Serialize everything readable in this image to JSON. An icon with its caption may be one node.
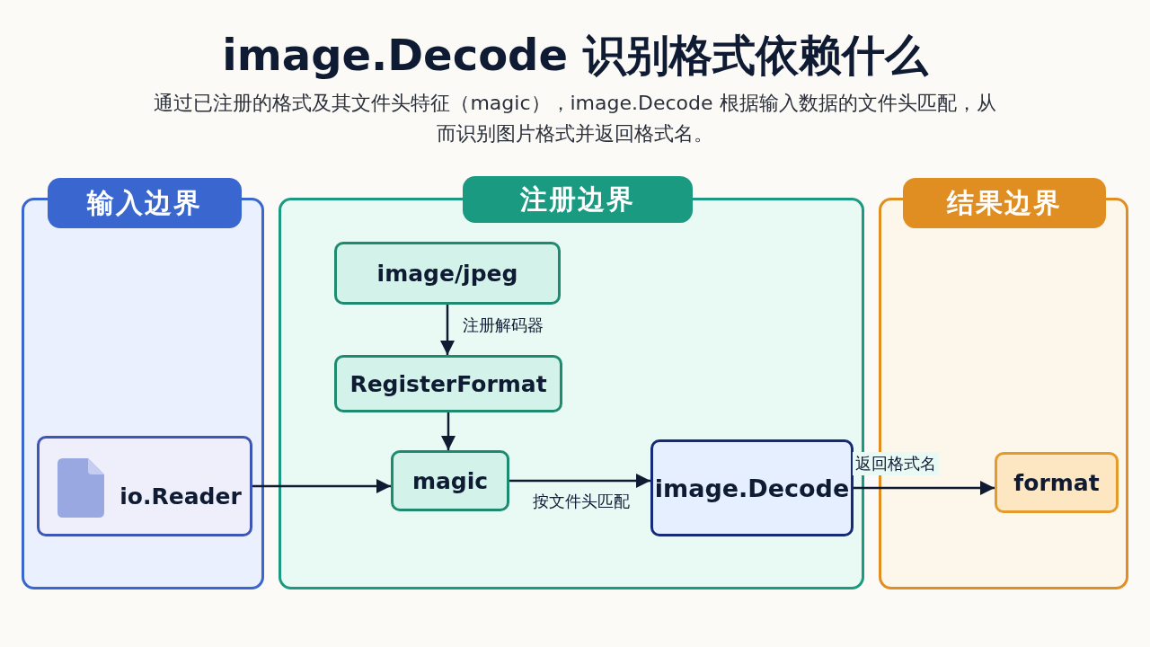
{
  "diagram": {
    "title": "image.Decode 识别格式依赖什么",
    "nodes": [
      {
        "text": [
          "输入边界"
        ]
      },
      {
        "text": [
          "io.Reader"
        ],
        "in": 0
      },
      {
        "text": [
          "注册边界"
        ]
      },
      {
        "text": [
          "image/jpeg"
        ],
        "in": 2
      },
      {
        "text": [
          "RegisterFormat"
        ],
        "in": 2
      },
      {
        "text": [
          "magic"
        ],
        "in": 2
      },
      {
        "text": [
          "image.Decode"
        ],
        "in": 2
      },
      {
        "text": [
          "结果边界"
        ]
      },
      {
        "text": [
          "format"
        ],
        "in": 7
      }
    ],
    "edges": [
      {
        "from": 3,
        "to": 4,
        "arrow": "to",
        "label": "注册解码器"
      },
      {
        "from": 4,
        "to": 5,
        "arrow": "to"
      },
      {
        "from": 1,
        "to": 5,
        "arrow": "to"
      },
      {
        "from": 5,
        "to": 6,
        "arrow": "to",
        "label": "按文件头匹配"
      },
      {
        "from": 6,
        "to": 8,
        "arrow": "to",
        "label": "返回格式名"
      }
    ],
    "labels": [
      "通过已注册的格式及其文件头特征（magic），image.Decode 根据输入数据的文件头匹配，从而识别图片格式并返回格式名。"
    ]
  }
}
